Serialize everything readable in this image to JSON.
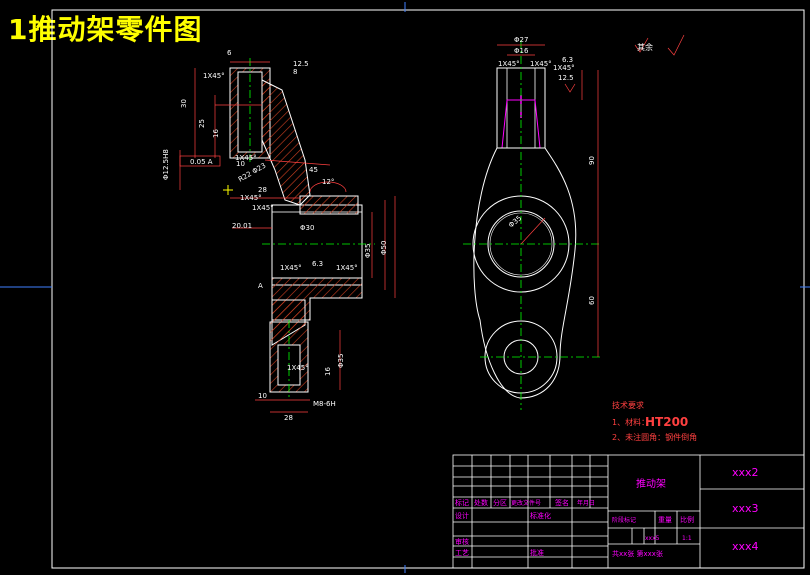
{
  "title": "1推动架零件图",
  "left_view": {
    "dims": [
      "6",
      "1X45°",
      "12.5",
      "8",
      "30",
      "25",
      "16",
      "1X45°",
      "Φ12.5H8",
      "10",
      "0.05 A",
      "R22 Φ23",
      "1X45°",
      "45",
      "12°",
      "1X45°",
      "28",
      "20.01",
      "Φ30",
      "Φ35",
      "Φ50",
      "1X45°",
      "1X45°",
      "6.3",
      "A",
      "Φ35",
      "1X45°",
      "16",
      "10",
      "28",
      "M8-6H"
    ]
  },
  "right_view": {
    "dims": [
      "Φ27",
      "Φ16",
      "1X45°",
      "1X45°",
      "1X45°",
      "12.5",
      "6.3",
      "90",
      "60",
      "Φ35"
    ],
    "roughness_note": "其余"
  },
  "tech_req": {
    "heading": "技术要求",
    "line1_prefix": "1、材料：",
    "line1_material": "HT200",
    "line2": "2、未注圆角：钢件倒角"
  },
  "title_block": {
    "part_name": "推动架",
    "headers": [
      "标记",
      "处数",
      "分区",
      "更改文件号",
      "签名",
      "年月日"
    ],
    "row_design": [
      "设计",
      "",
      "",
      "标准化"
    ],
    "row_check": "审核",
    "row_process": "工艺",
    "row_approve": "批准",
    "stage_labels": [
      "阶段标记",
      "重量",
      "比例"
    ],
    "scale_value": "1:1",
    "weight_value": "xxx5",
    "sheet_info": "共xx张 第xxx张",
    "code2": "xxx2",
    "code3": "xxx3",
    "code4": "xxx4"
  },
  "colors": {
    "outline": "#ffffff",
    "dimension": "#ff4040",
    "centerline": "#00ff00",
    "hatch": "#d04020",
    "accent": "#ff00ff",
    "border": "#4080ff",
    "title": "#ffff00"
  }
}
